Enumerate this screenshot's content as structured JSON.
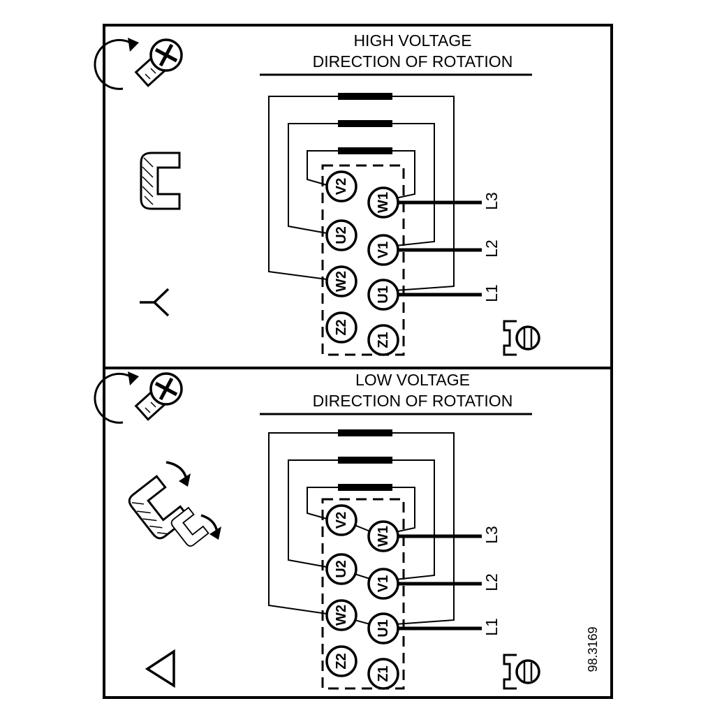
{
  "colors": {
    "ink": "#000000",
    "background": "#ffffff"
  },
  "figure_number": "98.3169",
  "icons": {
    "screw_rotation": "screw-rotation-icon",
    "jumper_bracket": "jumper-bracket-icon",
    "star": "star-symbol",
    "delta": "delta-symbol",
    "jumper_placement": "jumper-placement-icon",
    "terminal_screw": "terminal-screw-icon"
  },
  "hv": {
    "title": "HIGH VOLTAGE",
    "subtitle": "DIRECTION OF ROTATION",
    "connection": "star",
    "terminals": {
      "v2": "V2",
      "u2": "U2",
      "w2": "W2",
      "z2": "Z2",
      "w1": "W1",
      "v1": "V1",
      "u1": "U1",
      "z1": "Z1"
    },
    "lines": {
      "l3": "L3",
      "l2": "L2",
      "l1": "L1"
    }
  },
  "lv": {
    "title": "LOW VOLTAGE",
    "subtitle": "DIRECTION OF ROTATION",
    "connection": "delta",
    "terminals": {
      "v2": "V2",
      "u2": "U2",
      "w2": "W2",
      "z2": "Z2",
      "w1": "W1",
      "v1": "V1",
      "u1": "U1",
      "z1": "Z1"
    },
    "lines": {
      "l3": "L3",
      "l2": "L2",
      "l1": "L1"
    }
  }
}
